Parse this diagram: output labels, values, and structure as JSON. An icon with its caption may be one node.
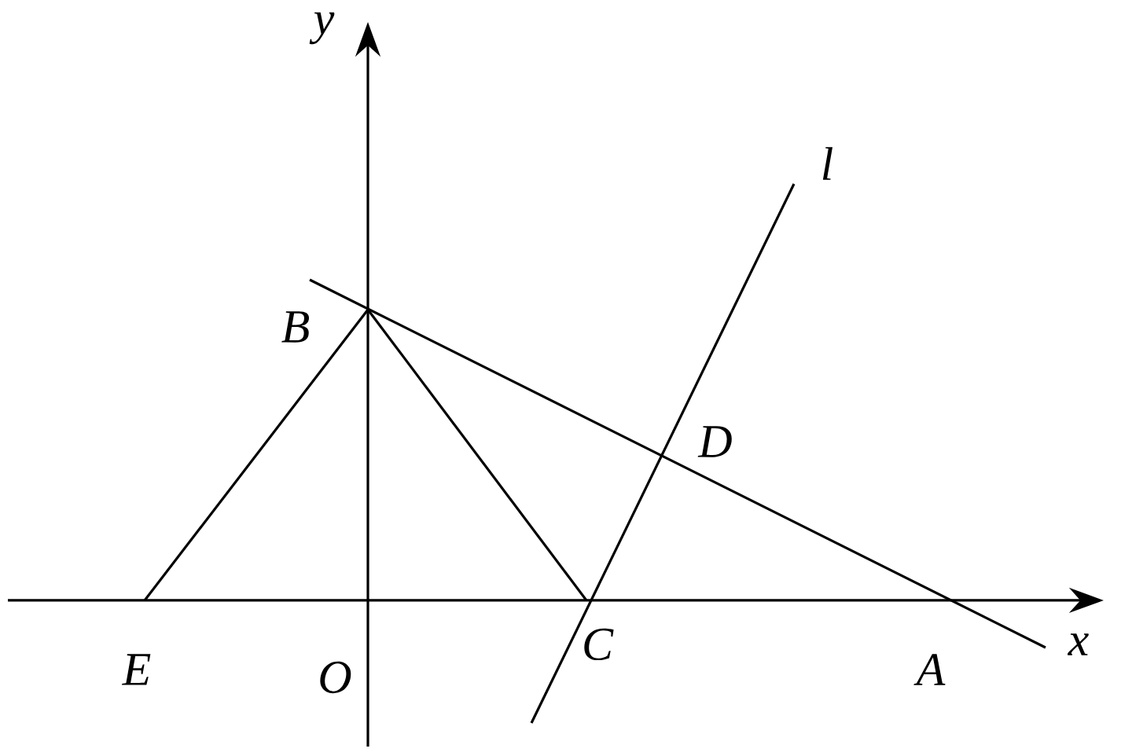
{
  "diagram": {
    "labels": [
      "y",
      "l",
      "B",
      "D",
      "x",
      "E",
      "O",
      "C",
      "A"
    ]
  }
}
